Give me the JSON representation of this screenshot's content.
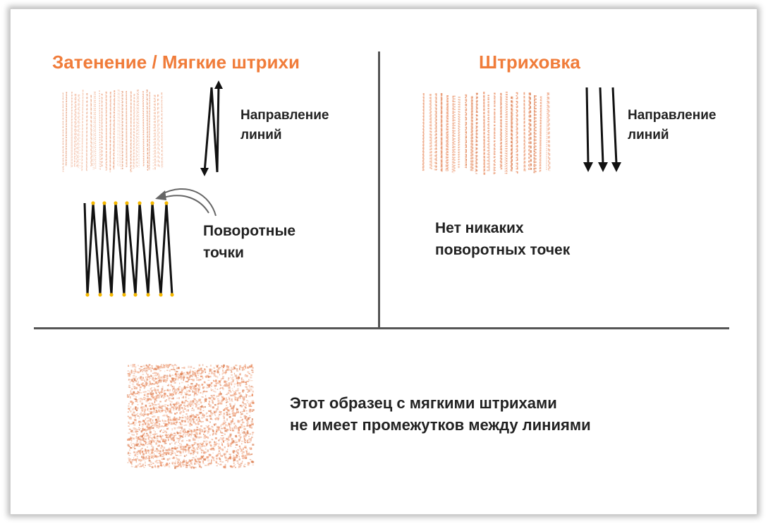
{
  "shading": {
    "title": "Затенение / Мягкие штрихи",
    "direction_label": [
      "Направление",
      "линий"
    ],
    "turning_label": [
      "Поворотные",
      "точки"
    ]
  },
  "hatching": {
    "title": "Штриховка",
    "direction_label": [
      "Направление",
      "линий"
    ],
    "no_turning_label": [
      "Нет никаких",
      "поворотных точек"
    ]
  },
  "soft_sample": {
    "caption": [
      "Этот образец с мягкими штрихами",
      "не имеет промежутков между линиями"
    ]
  },
  "colors": {
    "accent_orange": "#f07c3a",
    "stroke_ink": "#111111",
    "turning_point": "#f5b800",
    "pencil_orange": "#e8885a"
  }
}
